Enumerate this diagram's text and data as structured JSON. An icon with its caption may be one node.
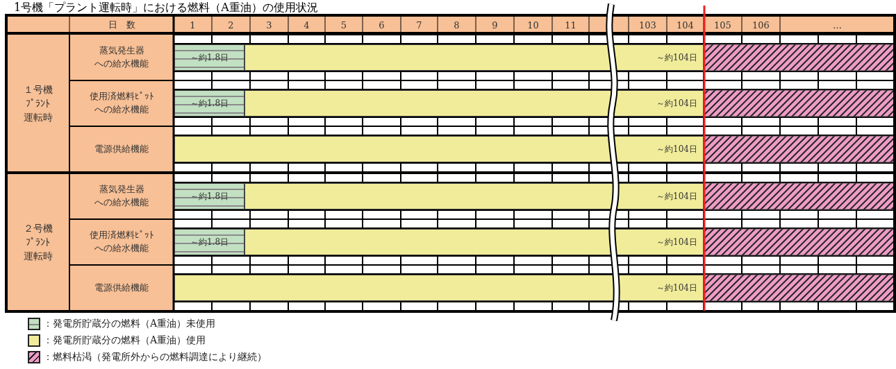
{
  "diagram": {
    "title": "1号機「プラント運転時」における燃料（A重油）の使用状況",
    "labels": [
      "日　数",
      "1",
      "2",
      "3",
      "4",
      "5",
      "6",
      "7",
      "8",
      "9",
      "10",
      "11",
      "103",
      "104",
      "105",
      "106",
      "…",
      "１号機ﾌﾟﾗﾝﾄ運転時",
      "蒸気発生器への給水機能",
      "～約1.8日",
      "～約104日",
      "使用済燃料ﾋﾟｯﾄへの給水機能",
      "～約1.8日",
      "～約104日",
      "電源供給機能",
      "～約104日",
      "２号機ﾌﾟﾗﾝﾄ運転時",
      "蒸気発生器への給水機能",
      "～約1.8日",
      "～約104日",
      "使用済燃料ﾋﾟｯﾄへの給水機能",
      "～約1.8日",
      "～約104日",
      "電源供給機能",
      "～約104日"
    ],
    "legend": [
      {
        "text": "：発電所貯蔵分の燃料（A重油）未使用",
        "color": "#c2e0c2"
      },
      {
        "text": "：発電所貯蔵分の燃料（A重油）使用",
        "color": "#f0ec9a"
      },
      {
        "text": "：燃料枯渇（発電所外からの燃料調達により継続）",
        "color": "#ee9cc6"
      }
    ]
  }
}
